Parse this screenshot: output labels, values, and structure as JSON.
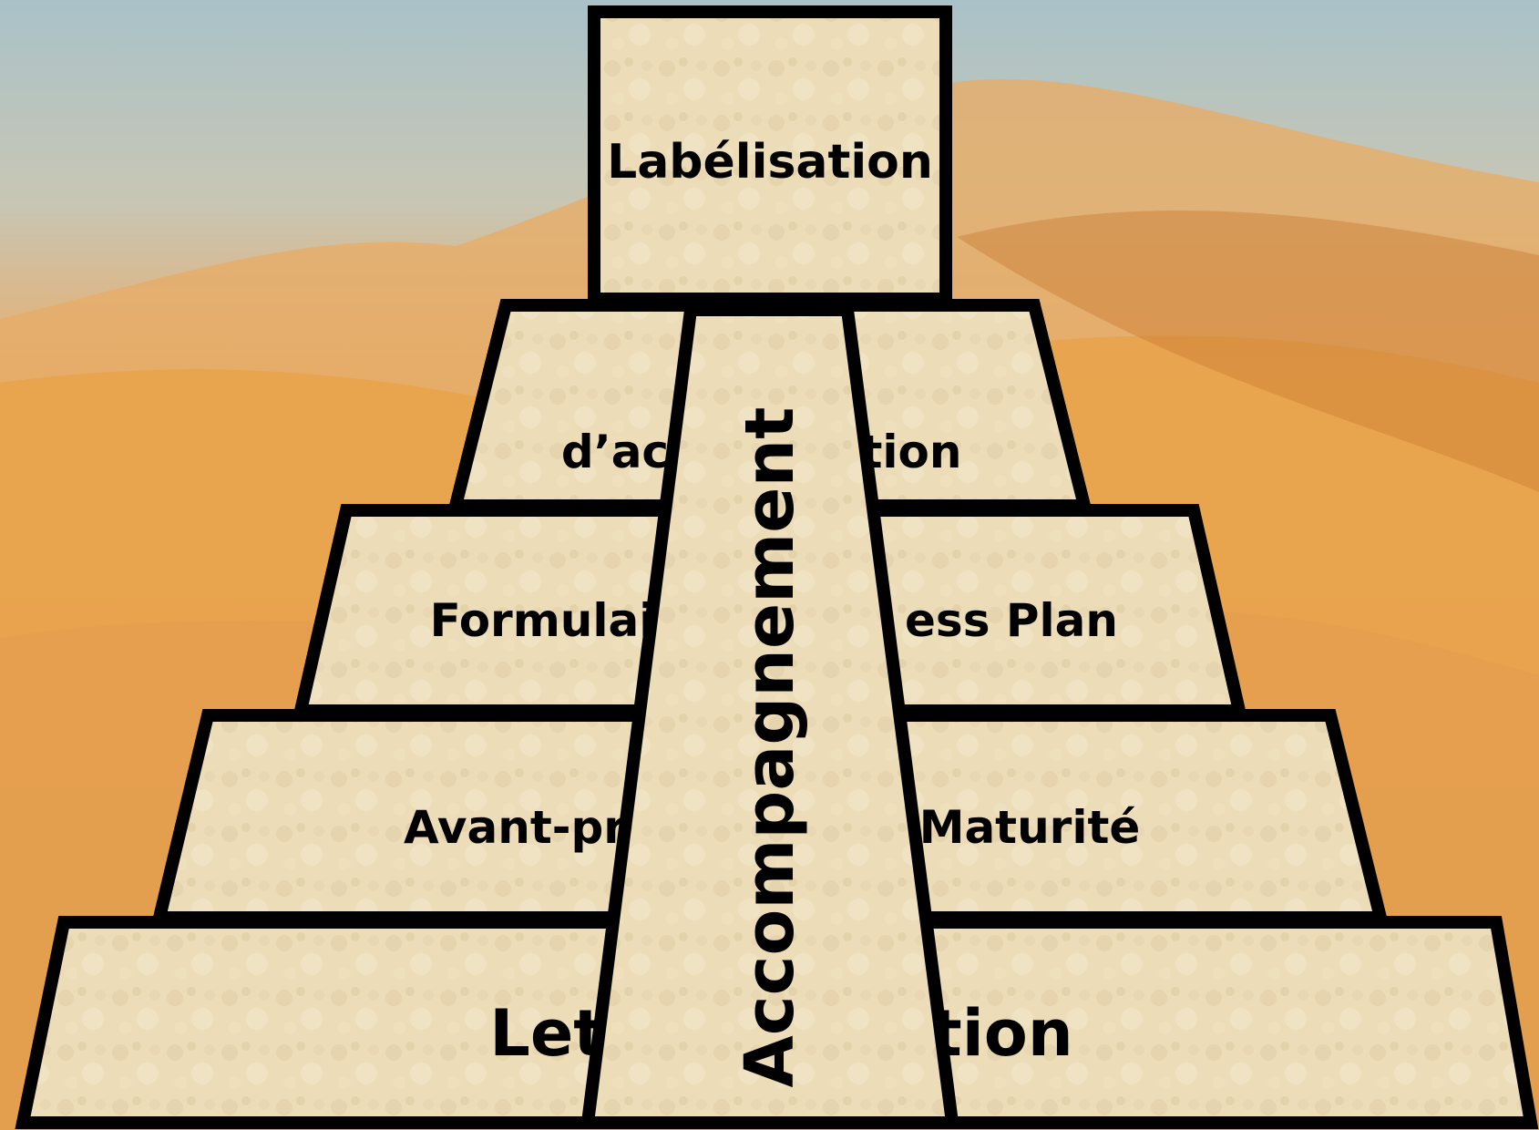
{
  "diagram": {
    "top_label": "Labélisation",
    "tiers": [
      {
        "left": "d’ac",
        "right": "tion"
      },
      {
        "left": "Formulai",
        "right": "ess Plan"
      },
      {
        "left": "Avant-pr",
        "right": "Maturité"
      },
      {
        "left": "Let",
        "right": "tion"
      }
    ],
    "center_label": "Accompagnement"
  },
  "colors": {
    "block_fill": "#ecdcb8",
    "outline": "#000000",
    "sand": "#e7a04c",
    "sky": "#a9c2c8"
  }
}
